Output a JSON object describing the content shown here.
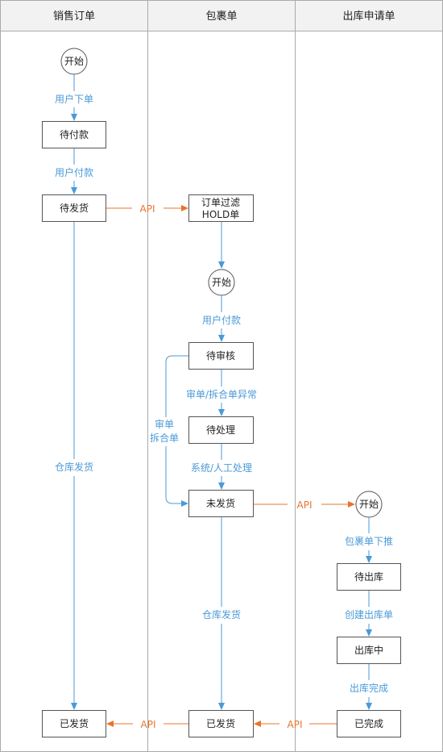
{
  "lanes": [
    {
      "title": "销售订单"
    },
    {
      "title": "包裹单"
    },
    {
      "title": "出库申请单"
    }
  ],
  "nodes": {
    "start1": "开始",
    "start2": "开始",
    "start3": "开始",
    "pay_pending": "待付款",
    "ship_pending": "待发货",
    "filter_line1": "订单过滤",
    "filter_line2": "HOLD单",
    "audit_pending": "待审核",
    "process_pending": "待处理",
    "not_shipped": "未发货",
    "shipped_sales": "已发货",
    "shipped_pkg": "已发货",
    "out_pending": "待出库",
    "out_in_progress": "出库中",
    "completed": "已完成"
  },
  "labels": {
    "user_order": "用户下单",
    "user_pay_1": "用户付款",
    "user_pay_2": "用户付款",
    "warehouse_ship_1": "仓库发货",
    "warehouse_ship_2": "仓库发货",
    "audit_split_error": "审单/拆合单异常",
    "sys_manual": "系统/人工处理",
    "audit_line1": "审单",
    "audit_line2": "拆合单",
    "pkg_push": "包裹单下推",
    "create_out": "创建出库单",
    "out_done": "出库完成",
    "api_1": "API",
    "api_2": "API",
    "api_3": "API",
    "api_4": "API"
  },
  "colors": {
    "blue": "#4a9ad8",
    "orange": "#e8742c",
    "border": "#555555",
    "lane_border": "#aaaaaa",
    "header_bg": "#f2f2f2",
    "text": "#222222"
  }
}
